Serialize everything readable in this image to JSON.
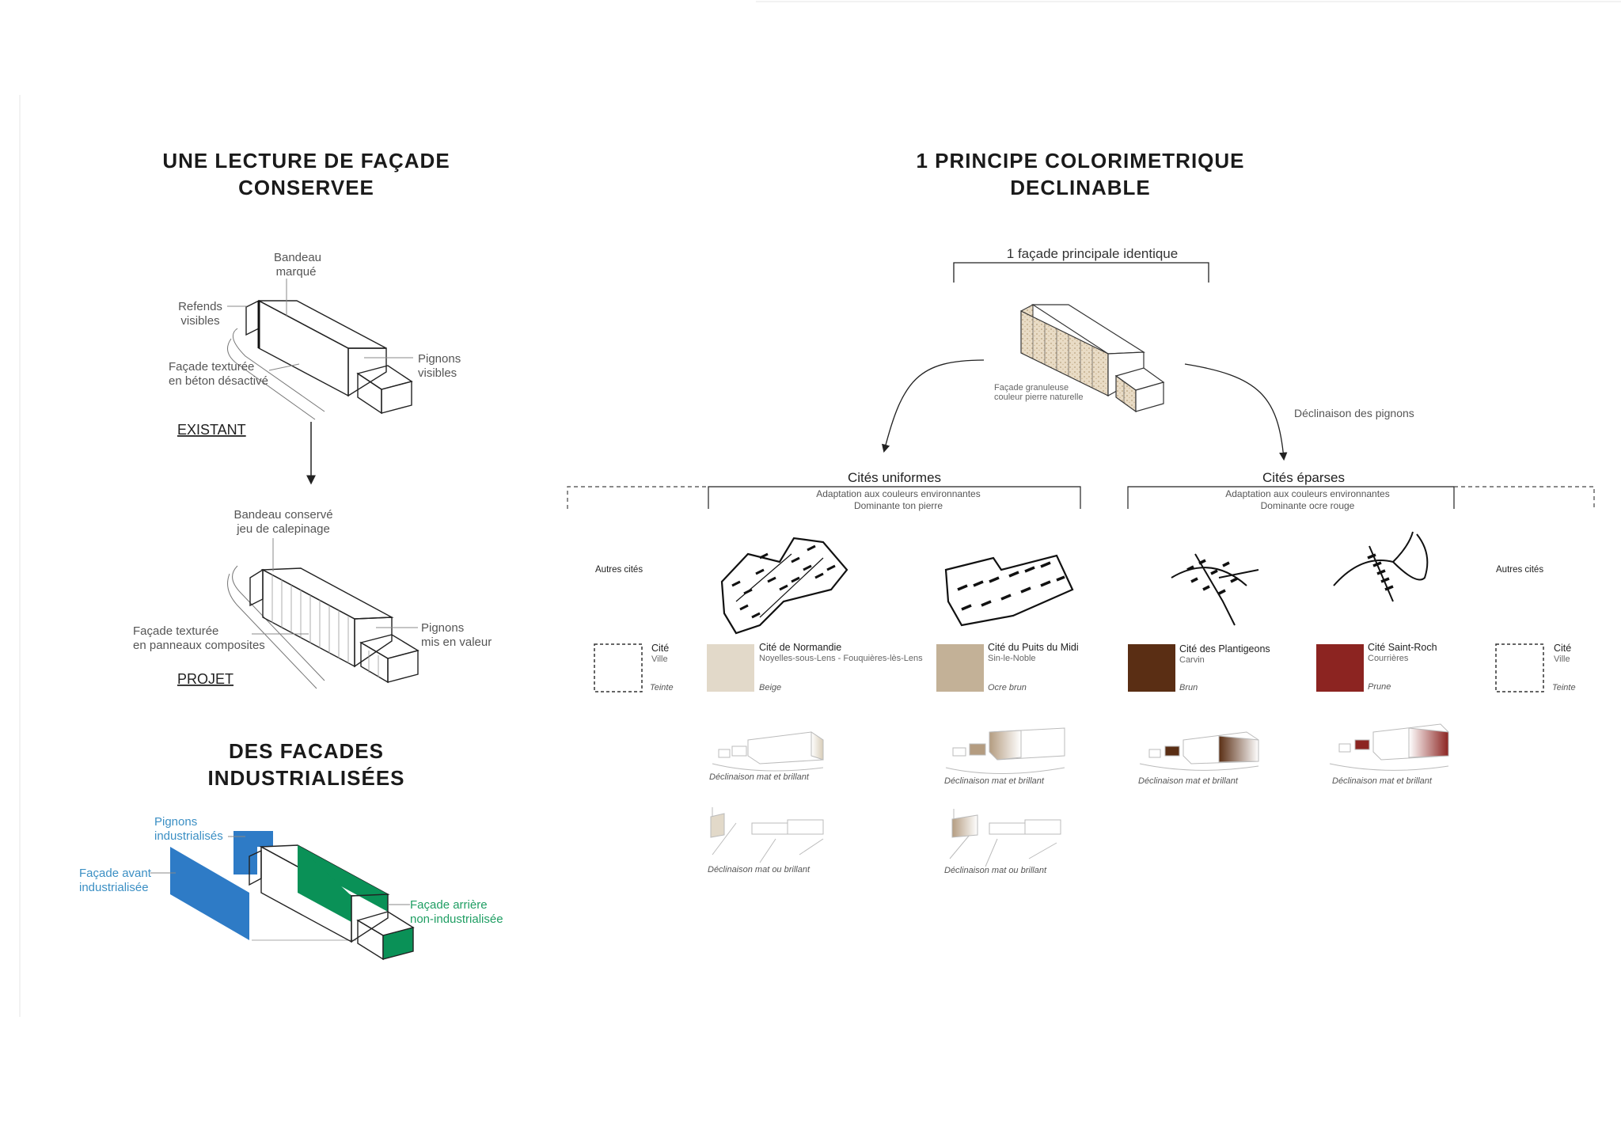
{
  "left": {
    "title_line1": "UNE LECTURE DE FAÇADE",
    "title_line2": "CONSERVEE",
    "existant": {
      "bandeau_l1": "Bandeau",
      "bandeau_l2": "marqué",
      "refends_l1": "Refends",
      "refends_l2": "visibles",
      "facade_l1": "Façade texturée",
      "facade_l2": "en béton désactivé",
      "pignons_l1": "Pignons",
      "pignons_l2": "visibles",
      "label": "EXISTANT"
    },
    "projet": {
      "bandeau_l1": "Bandeau conservé",
      "bandeau_l2": "jeu de calepinage",
      "facade_l1": "Façade texturée",
      "facade_l2": "en panneaux composites",
      "pignons_l1": "Pignons",
      "pignons_l2": "mis en valeur",
      "label": "PROJET"
    },
    "title2_line1": "DES FACADES",
    "title2_line2": "INDUSTRIALISÉES",
    "industrial": {
      "pignons_l1": "Pignons",
      "pignons_l2": "industrialisés",
      "avant_l1": "Façade avant",
      "avant_l2": "industrialisée",
      "arriere_l1": "Façade arrière",
      "arriere_l2": "non-industrialisée",
      "blue": "#2e7bc6",
      "green": "#0a9157"
    }
  },
  "right": {
    "title_line1": "1 PRINCIPE COLORIMETRIQUE",
    "title_line2": "DECLINABLE",
    "bracket_label": "1 façade principale identique",
    "center_label_l1": "Façade granuleuse",
    "center_label_l2": "couleur pierre naturelle",
    "declinaison_label": "Déclinaison des pignons",
    "uniformes": {
      "title": "Cités uniformes",
      "sub1": "Adaptation aux couleurs environnantes",
      "sub2": "Dominante ton pierre"
    },
    "eparses": {
      "title": "Cités éparses",
      "sub1": "Adaptation aux couleurs environnantes",
      "sub2": "Dominante ocre rouge"
    },
    "autres": "Autres cités",
    "placeholder": {
      "name": "Cité",
      "town": "Ville",
      "tint": "Teinte"
    },
    "cities": [
      {
        "name": "Cité de Normandie",
        "town": "Noyelles-sous-Lens - Fouquières-lès-Lens",
        "tint": "Beige",
        "color": "#e2d9c9",
        "caption1": "Déclinaison mat et brillant",
        "caption2": "Déclinaison mat ou brillant"
      },
      {
        "name": "Cité du Puits du Midi",
        "town": "Sin-le-Noble",
        "tint": "Ocre brun",
        "color": "#c3b197",
        "caption1": "Déclinaison mat et brillant",
        "caption2": "Déclinaison mat ou brillant"
      },
      {
        "name": "Cité des Plantigeons",
        "town": "Carvin",
        "tint": "Brun",
        "color": "#5a2e14",
        "caption1": "Déclinaison mat et brillant"
      },
      {
        "name": "Cité Saint-Roch",
        "town": "Courrières",
        "tint": "Prune",
        "color": "#8c2421",
        "caption1": "Déclinaison mat et brillant"
      }
    ]
  }
}
